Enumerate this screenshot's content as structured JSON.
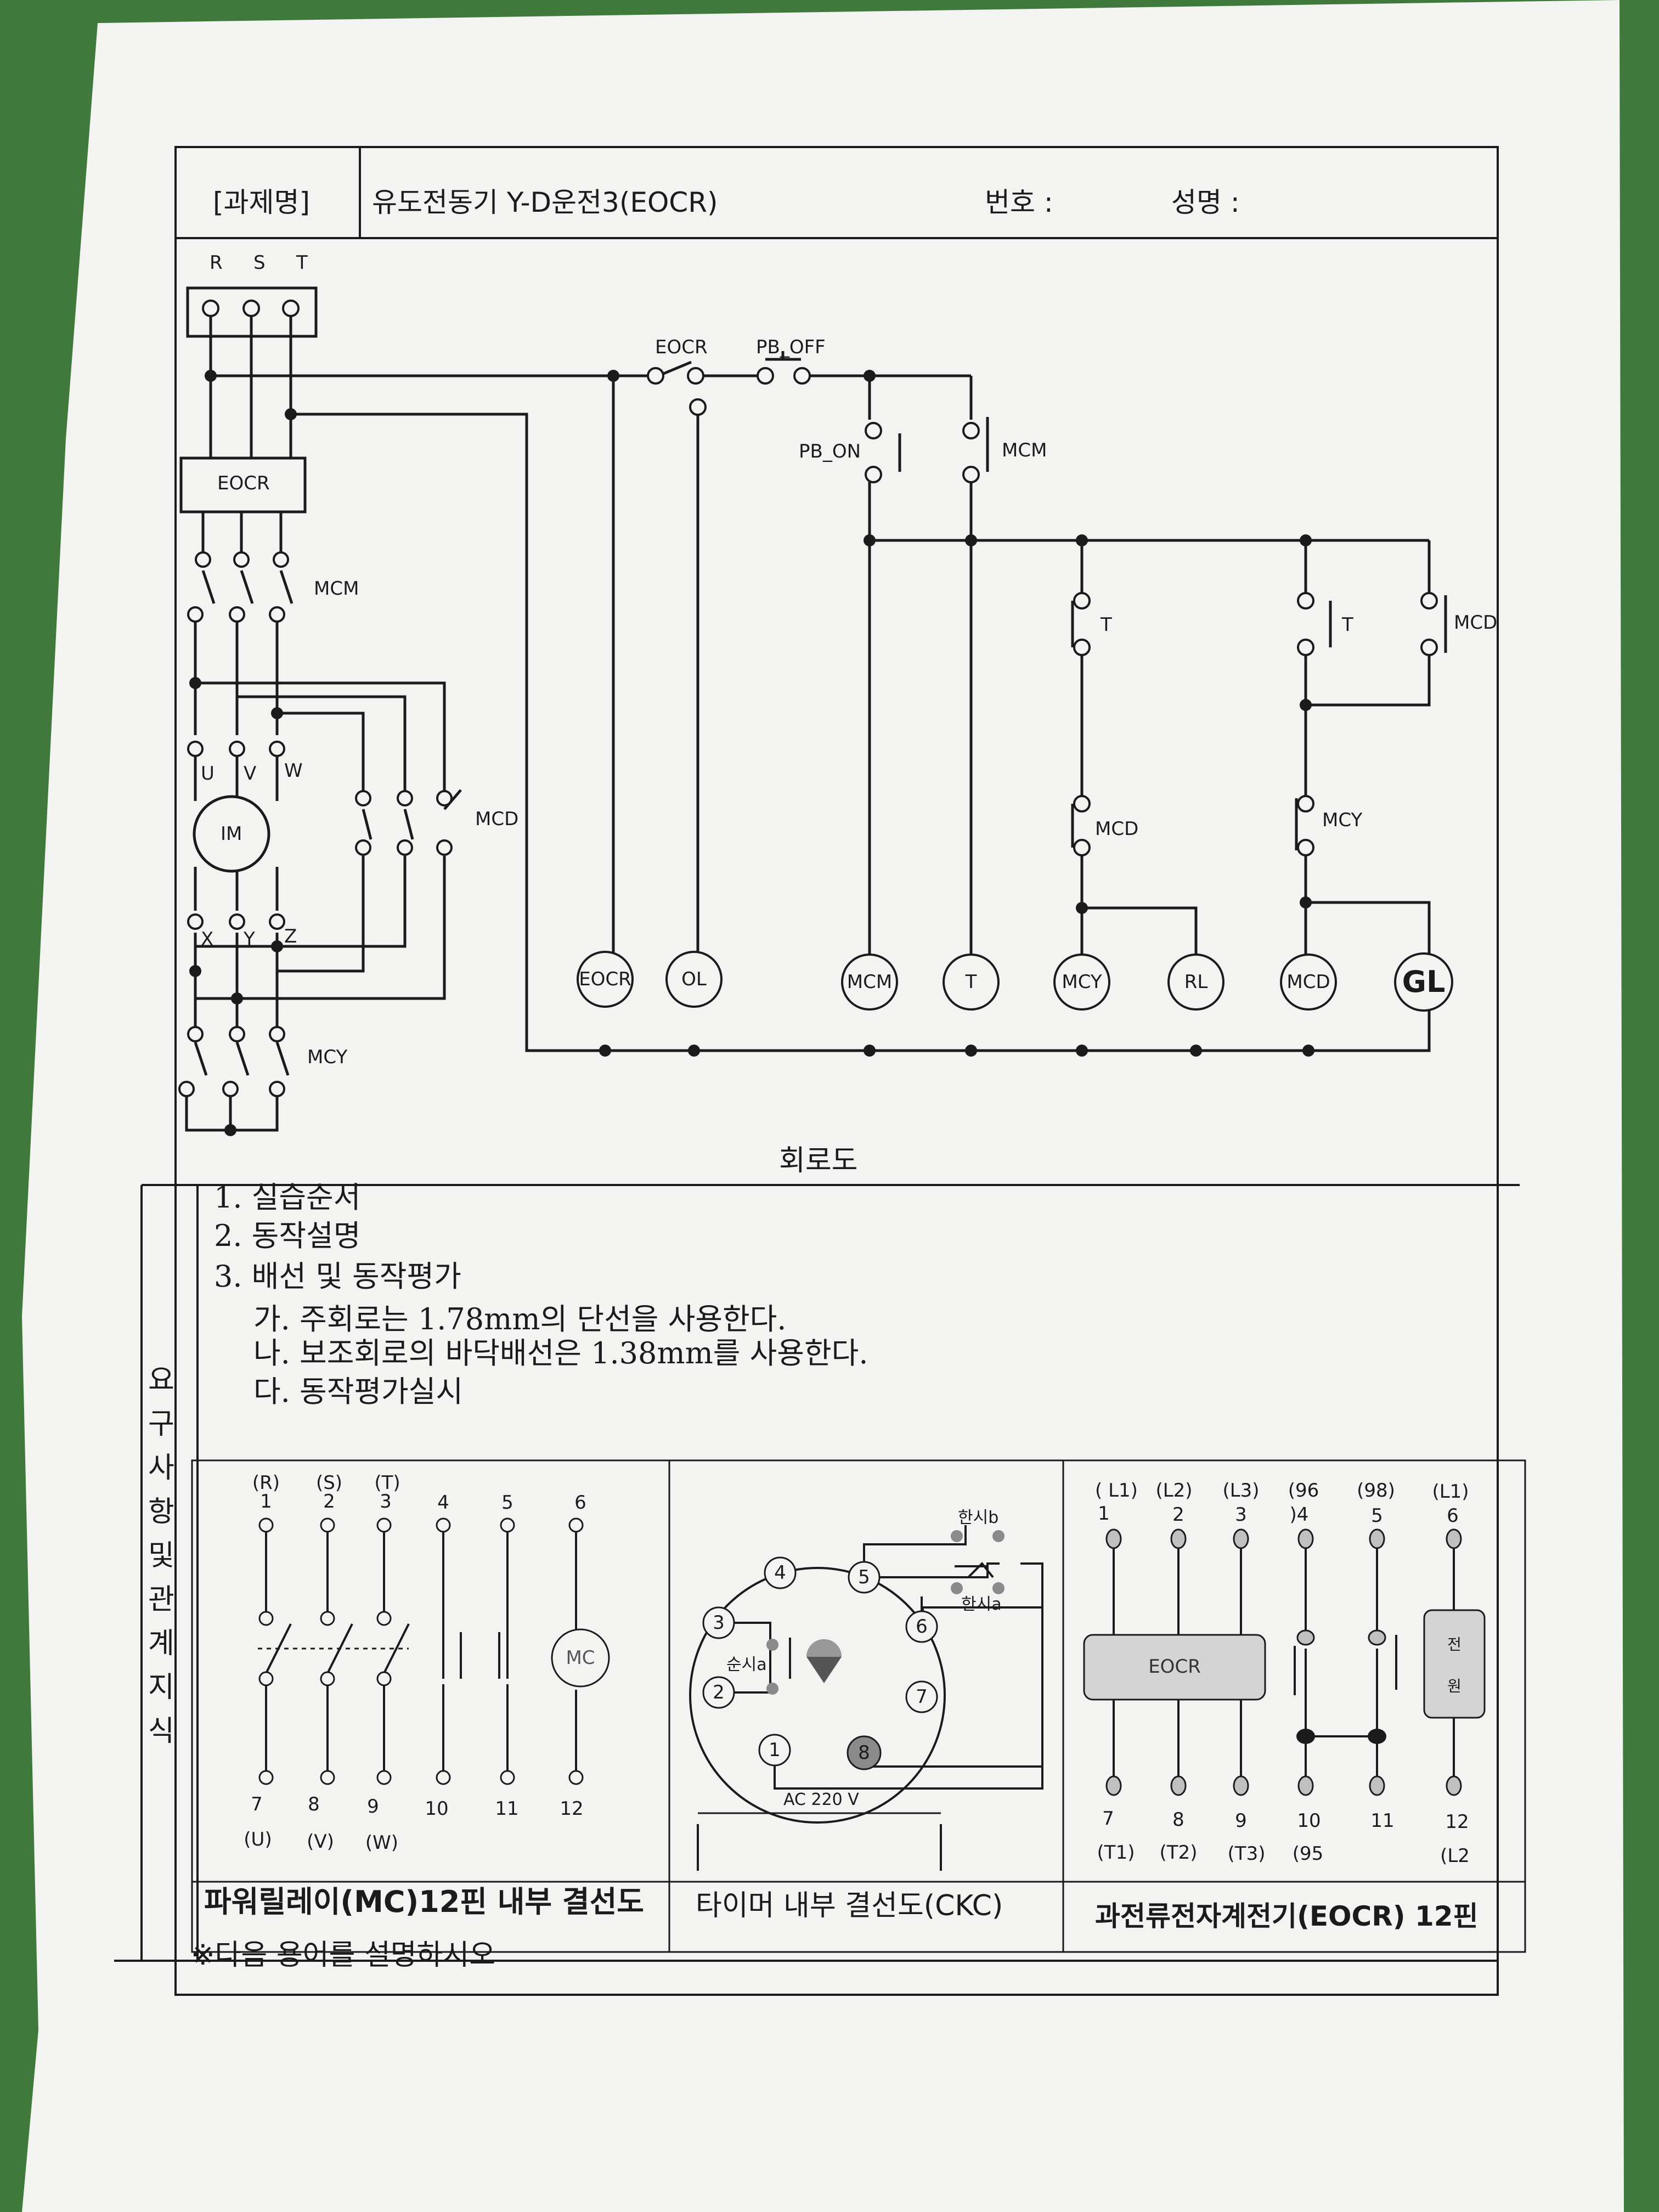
{
  "header": {
    "task_label": "[과제명]",
    "task_title": "유도전동기 Y-D운전3(EOCR)",
    "number_label": "번호 :",
    "name_label": "성명 :"
  },
  "circuit": {
    "phase_r": "R",
    "phase_s": "S",
    "phase_t": "T",
    "eocr_block": "EOCR",
    "mcm_contacts": "MCM",
    "motor": "IM",
    "terminal_u": "U",
    "terminal_v": "V",
    "terminal_w": "W",
    "terminal_x": "X",
    "terminal_y": "Y",
    "terminal_z": "Z",
    "mcd_contacts": "MCD",
    "mcy_contacts": "MCY",
    "eocr_contact": "EOCR",
    "pb_off": "PB_OFF",
    "pb_on": "PB_ON",
    "mcm_aux": "MCM",
    "t_contact_1": "T",
    "t_contact_2": "T",
    "mcd_aux_1": "MCD",
    "mcd_aux_2": "MCD",
    "mcy_aux": "MCY",
    "coils": [
      "EOCR",
      "OL",
      "MCM",
      "T",
      "MCY",
      "RL",
      "MCD",
      "GL"
    ],
    "caption": "회로도"
  },
  "requirements": {
    "side_label": [
      "요",
      "구",
      "사",
      "항",
      "및",
      "관",
      "계",
      "지",
      "식"
    ],
    "item1": "1.  실습순서",
    "item2": "2.  동작설명",
    "item3": "3.  배선 및 동작평가",
    "sub_a": "가. 주회로는 1.78mm의 단선을 사용한다.",
    "sub_b": "나. 보조회로의 바닥배선은 1.38mm를 사용한다.",
    "sub_c": "다. 동작평가실시"
  },
  "diagram_mc": {
    "top_labels": [
      "(R)",
      "(S)",
      "(T)"
    ],
    "top_nums": [
      "1",
      "2",
      "3",
      "4",
      "5",
      "6"
    ],
    "coil": "MC",
    "bottom_nums": [
      "7",
      "8",
      "9",
      "10",
      "11",
      "12"
    ],
    "bottom_labels": [
      "(U)",
      "(V)",
      "(W)"
    ],
    "caption": "파워릴레이(MC)12핀 내부 결선도"
  },
  "diagram_timer": {
    "pins": [
      "1",
      "2",
      "3",
      "4",
      "5",
      "6",
      "7",
      "8"
    ],
    "contact_b": "한시b",
    "contact_a": "한시a",
    "instant_a": "순시a",
    "voltage": "AC 220 V",
    "caption": "타이머 내부 결선도(CKC)"
  },
  "diagram_eocr": {
    "top_labels": [
      "( L1)",
      "(L2)",
      "(L3)",
      "(96",
      "(98)",
      "(L1)"
    ],
    "top_nums": [
      "1",
      "2",
      "3",
      ")4",
      "5",
      "6"
    ],
    "block": "EOCR",
    "power": [
      "전",
      "원"
    ],
    "bottom_nums": [
      "7",
      "8",
      "9",
      "10",
      "11",
      "12"
    ],
    "bottom_labels": [
      "(T1)",
      "(T2)",
      "(T3)",
      "(95",
      "(L2"
    ],
    "caption": "과전류전자계전기(EOCR) 12핀"
  },
  "footer_note": "※다음 용어를 설명하시오",
  "colors": {
    "background": "#3f7a3c",
    "paper": "#f3f3f1",
    "ink": "#1b1b1b",
    "gray_block": "#d4d4d4"
  }
}
